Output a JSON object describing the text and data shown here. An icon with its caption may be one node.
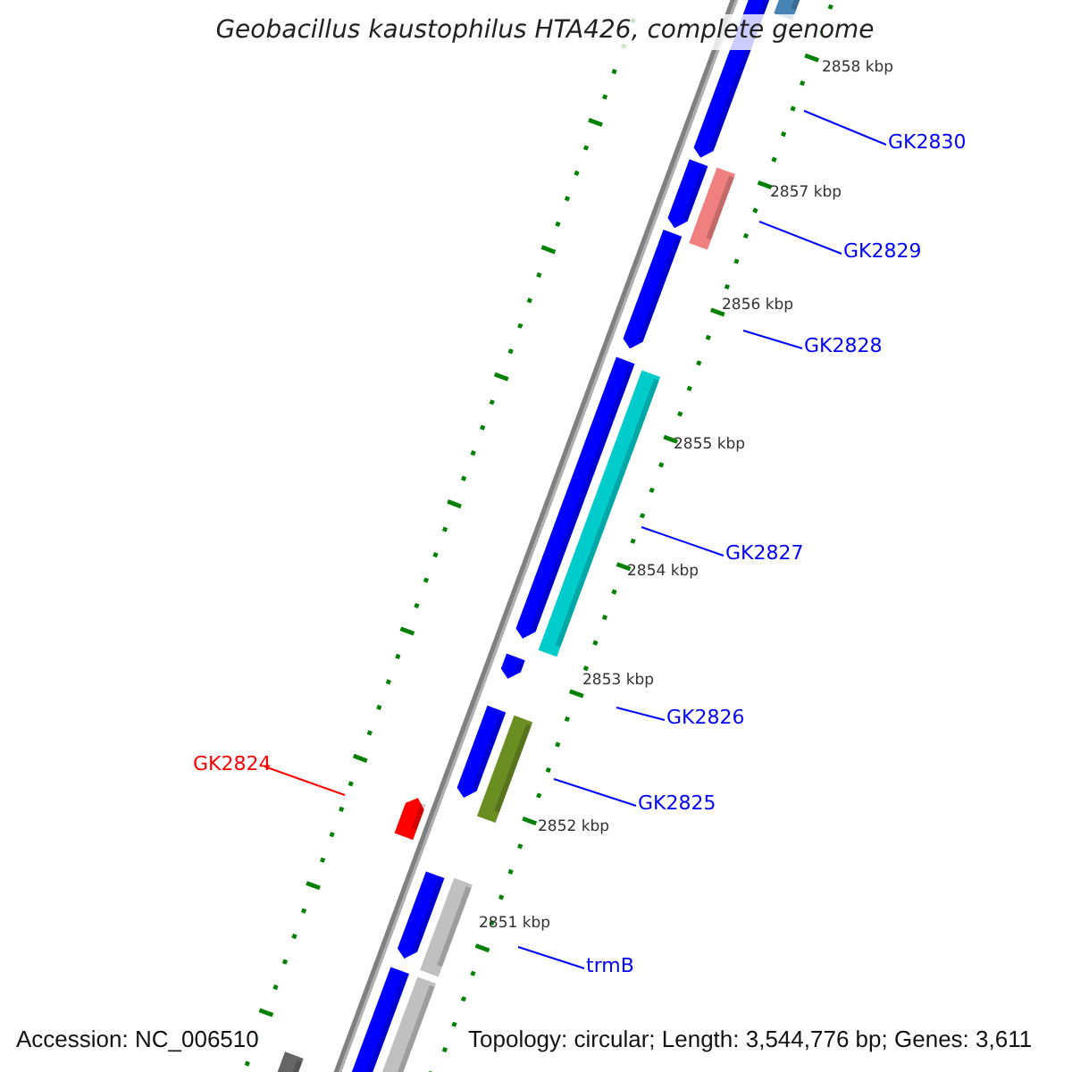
{
  "diagram": {
    "title": "Geobacillus kaustophilus HTA426, complete genome",
    "nodes": [
      {
        "text": [
          "GK2830"
        ]
      },
      {
        "text": [
          "GK2829"
        ]
      },
      {
        "text": [
          "GK2828"
        ]
      },
      {
        "text": [
          "GK2827"
        ]
      },
      {
        "text": [
          "GK2826"
        ]
      },
      {
        "text": [
          "GK2824"
        ]
      },
      {
        "text": [
          "GK2825"
        ]
      },
      {
        "text": [
          "trmB"
        ]
      }
    ],
    "edges": [
      {
        "from": 0,
        "to": null,
        "arrow": "none"
      },
      {
        "from": 1,
        "to": null,
        "arrow": "none"
      },
      {
        "from": 2,
        "to": null,
        "arrow": "none"
      },
      {
        "from": 3,
        "to": null,
        "arrow": "none"
      },
      {
        "from": 4,
        "to": null,
        "arrow": "none"
      },
      {
        "from": 5,
        "to": null,
        "arrow": "none",
        "color": "#ff0000"
      },
      {
        "from": 6,
        "to": null,
        "arrow": "none"
      },
      {
        "from": 7,
        "to": null,
        "arrow": "none"
      }
    ],
    "labels": [
      "2858 kbp",
      "2857 kbp",
      "2856 kbp",
      "2855 kbp",
      "2854 kbp",
      "2853 kbp",
      "2852 kbp",
      "2851 kbp",
      "Accession: NC_006510",
      "Topology: circular; Length: 3,544,776 bp; Genes: 3,611"
    ]
  }
}
